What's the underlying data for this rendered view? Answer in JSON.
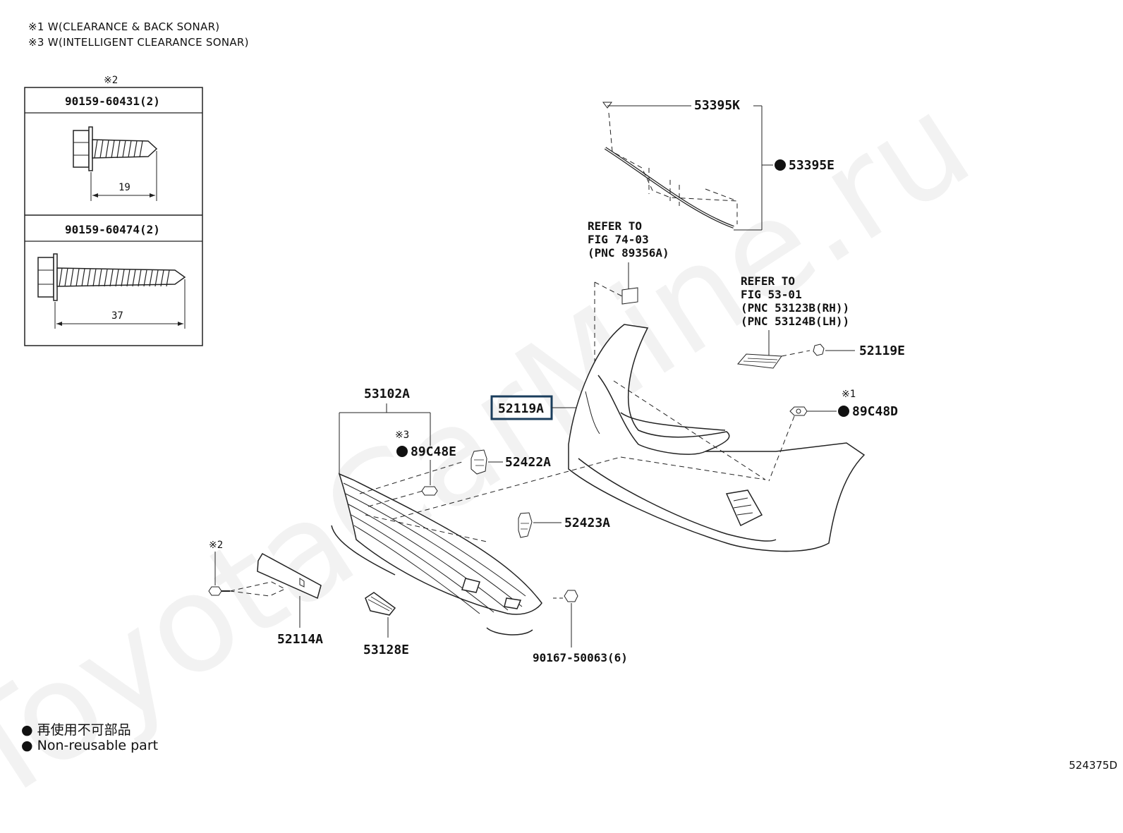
{
  "notes": {
    "note1": "※1 W(CLEARANCE & BACK SONAR)",
    "note3": "※3 W(INTELLIGENT CLEARANCE SONAR)"
  },
  "bolt_table": {
    "marker": "※2",
    "bolt1": {
      "part": "90159-60431(2)",
      "dim": "19"
    },
    "bolt2": {
      "part": "90159-60474(2)",
      "dim": "37"
    }
  },
  "parts": {
    "p53395K": "53395K",
    "p53395E": "53395E",
    "ref1": {
      "line1": "REFER TO",
      "line2": "FIG 74-03",
      "line3": "(PNC 89356A)"
    },
    "ref2": {
      "line1": "REFER TO",
      "line2": "FIG 53-01",
      "line3": "(PNC 53123B(RH))",
      "line4": "(PNC 53124B(LH))"
    },
    "p52119E": "52119E",
    "p52119A": "52119A",
    "mark1": "※1",
    "p89C48D": "89C48D",
    "p53102A": "53102A",
    "mark3": "※3",
    "p89C48E": "89C48E",
    "p52422A": "52422A",
    "p52423A": "52423A",
    "mark2": "※2",
    "p52114A": "52114A",
    "p53128E": "53128E",
    "p90167": "90167-50063(6)"
  },
  "legend": {
    "jp": "再使用不可部品",
    "en": "Non-reusable part"
  },
  "illustration_code": "524375D",
  "watermark": "ToyotaCarMine.ru",
  "colors": {
    "ink": "#111111",
    "highlight_box": "#1a3d5c"
  }
}
